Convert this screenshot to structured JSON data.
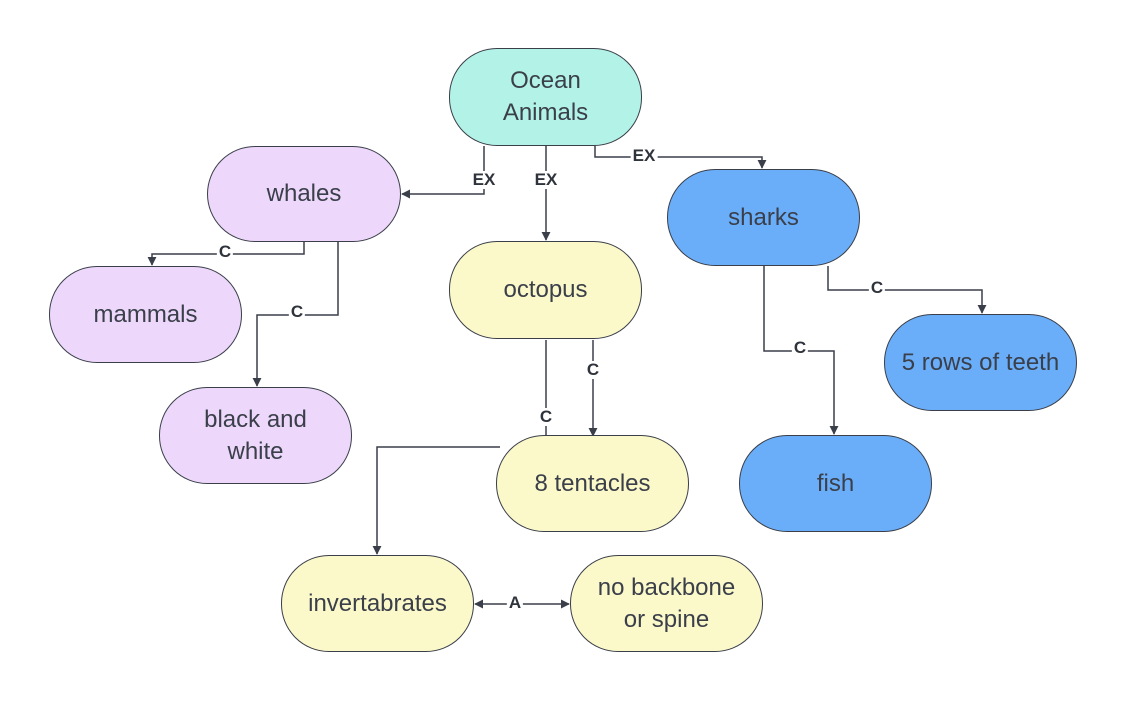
{
  "colors": {
    "teal": "#b3f2e6",
    "lavender": "#edd8fb",
    "pale_yellow": "#fbf8c9",
    "blue": "#6aaef9",
    "stroke": "#3a3f4a"
  },
  "nodes": {
    "ocean_animals": "Ocean\nAnimals",
    "whales": "whales",
    "mammals": "mammals",
    "black_and_white": "black and\nwhite",
    "octopus": "octopus",
    "eight_tentacles": "8 tentacles",
    "invertabrates": "invertabrates",
    "no_backbone": "no backbone\nor spine",
    "sharks": "sharks",
    "five_rows": "5 rows of teeth",
    "fish": "fish"
  },
  "edge_labels": {
    "ex_whales": "EX",
    "ex_octopus": "EX",
    "ex_sharks": "EX",
    "c_mammals": "C",
    "c_black_white": "C",
    "c_tentacles_a": "C",
    "c_tentacles_b": "C",
    "c_five_rows": "C",
    "c_fish": "C",
    "a_spine": "A"
  }
}
